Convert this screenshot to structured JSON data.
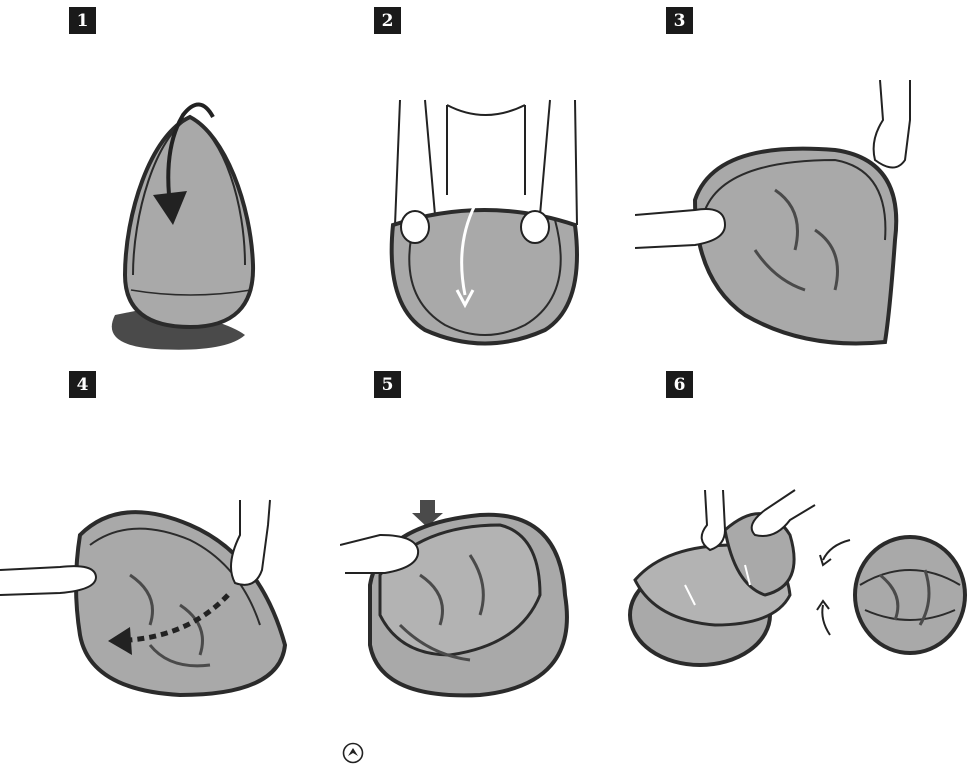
{
  "steps": [
    {
      "number": "1"
    },
    {
      "number": "2"
    },
    {
      "number": "3"
    },
    {
      "number": "4"
    },
    {
      "number": "5"
    },
    {
      "number": "6"
    }
  ],
  "colors": {
    "fabric": "#a9a9a9",
    "fabric_dark": "#4a4a4a",
    "rim": "#2b2b2b",
    "badge": "#1a1a1a",
    "arrow": "#222222"
  },
  "icons": {
    "footer": "compass-arrow-icon"
  }
}
